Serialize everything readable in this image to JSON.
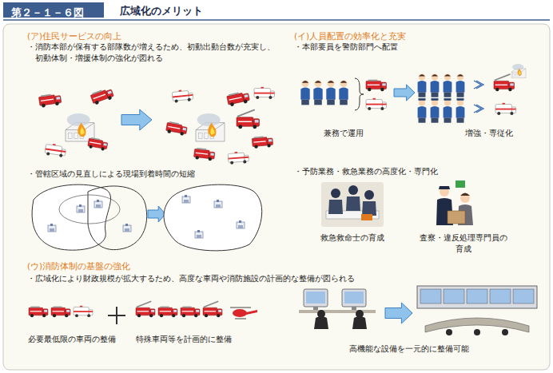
{
  "diagram": {
    "title": "広域化のメリット",
    "nodes": [
      {
        "text": [
          "第２－１－６図"
        ]
      }
    ],
    "labels": [
      "(ア)住民サービスの向上",
      "・消防本部が保有する部隊数が増えるため、初動出動台数が充実し、初動体制・増援体制の強化が図れる",
      "・管轄区域の見直しによる現場到着時間の短縮",
      "(イ)人員配置の効率化と充実",
      "・本部要員を警防部門へ配置",
      "兼務で運用",
      "増強・専従化",
      "・予防業務・救急業務の高度化・専門化",
      "救急救命士の育成",
      "査察・違反処理専門員の育成",
      "(ウ)消防体制の基盤の強化",
      "・広域化により財政規模が拡大するため、高度な車両や消防施設の計画的な整備が図られる",
      "必要最低限の車両の整備",
      "特殊車両等を計画的に整備",
      "高機能な設備を一元的に整備可能"
    ]
  }
}
